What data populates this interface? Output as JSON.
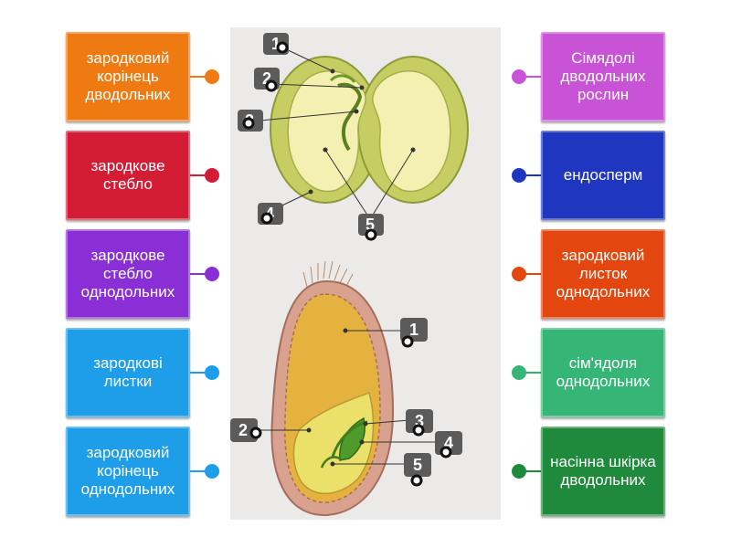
{
  "left_cards": [
    {
      "label": "зародковий корінець дводольних",
      "color": "#ef7a12"
    },
    {
      "label": "зародкове стебло",
      "color": "#d41c35"
    },
    {
      "label": "зародкове стебло однодольних",
      "color": "#8a2fd6"
    },
    {
      "label": "зародкові листки",
      "color": "#1e9ee8"
    },
    {
      "label": "зародковий корінець однодольних",
      "color": "#1e9ee8"
    }
  ],
  "right_cards": [
    {
      "label": "Сімядолі дводольних рослин",
      "color": "#c953d6"
    },
    {
      "label": "ендосперм",
      "color": "#1f37c0"
    },
    {
      "label": "зародковий листок однодольних",
      "color": "#e4460f"
    },
    {
      "label": "сім'ядоля однодольних",
      "color": "#35b676"
    },
    {
      "label": "насінна шкірка дводольних",
      "color": "#1f8a3c"
    }
  ],
  "diagram": {
    "top_numbers": [
      "1",
      "2",
      "3",
      "4",
      "5"
    ],
    "bottom_numbers": [
      "1",
      "2",
      "3",
      "4",
      "5"
    ]
  }
}
